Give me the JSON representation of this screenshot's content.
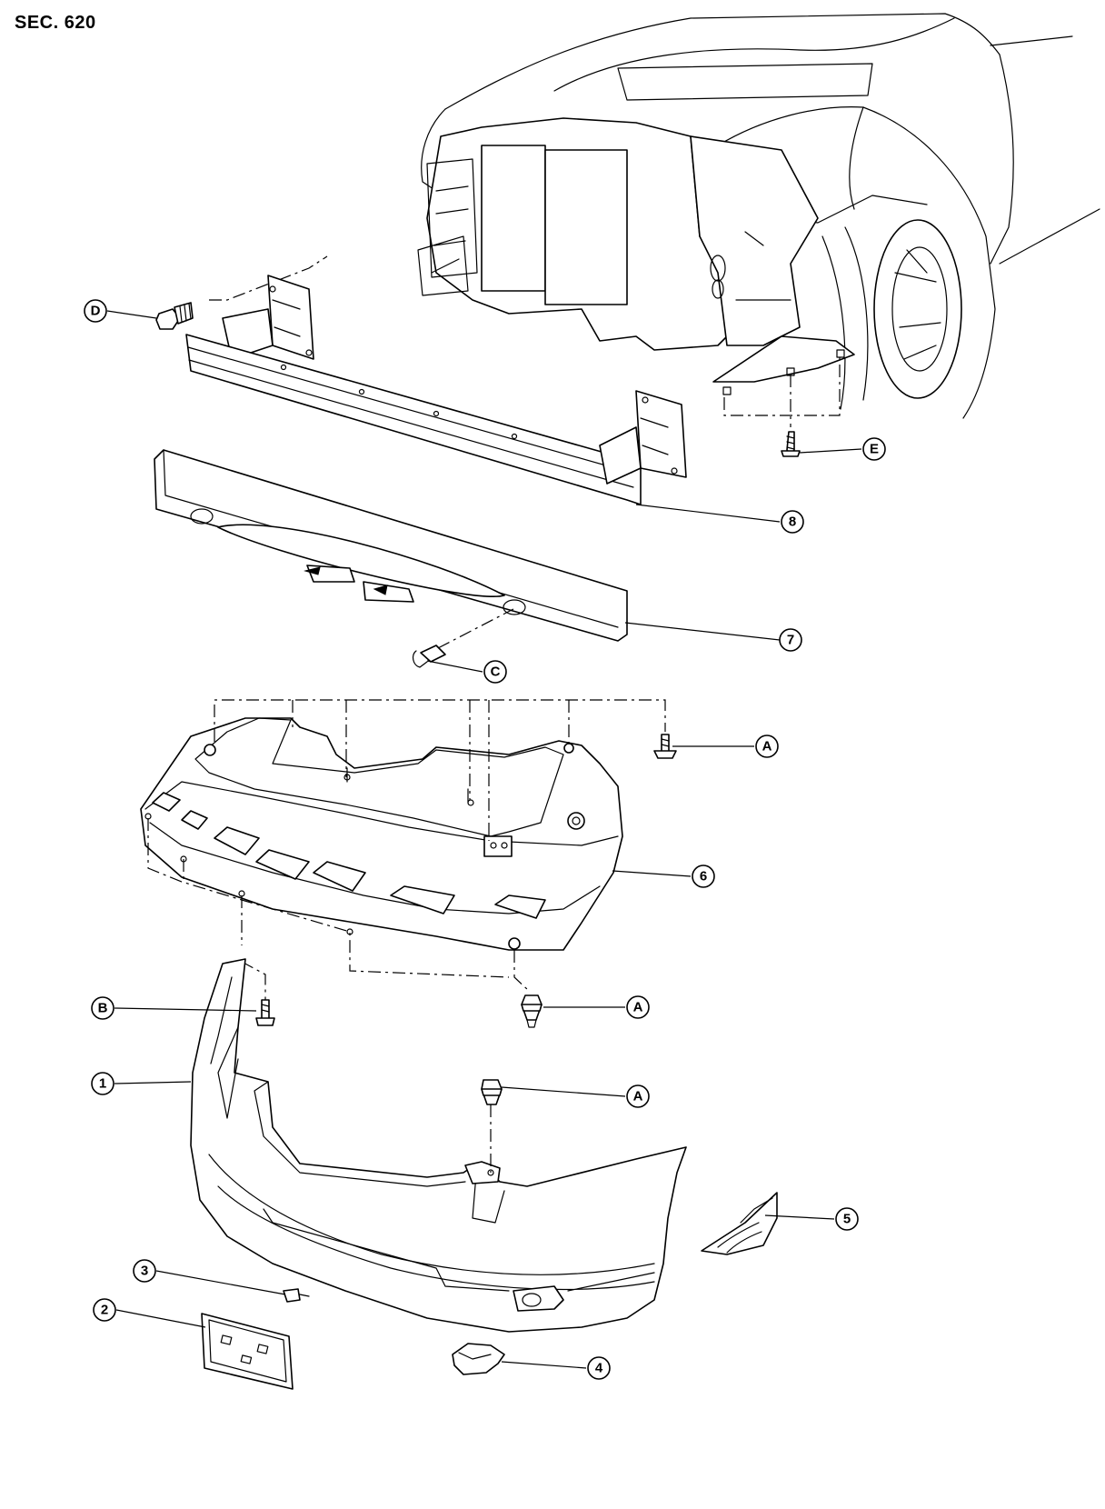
{
  "section_label": "SEC. 620",
  "callouts": {
    "c1": "1",
    "c2": "2",
    "c3": "3",
    "c4": "4",
    "c5": "5",
    "c6": "6",
    "c7": "7",
    "c8": "8",
    "cA1": "A",
    "cA2": "A",
    "cA3": "A",
    "cB": "B",
    "cC": "C",
    "cD": "D",
    "cE": "E"
  }
}
